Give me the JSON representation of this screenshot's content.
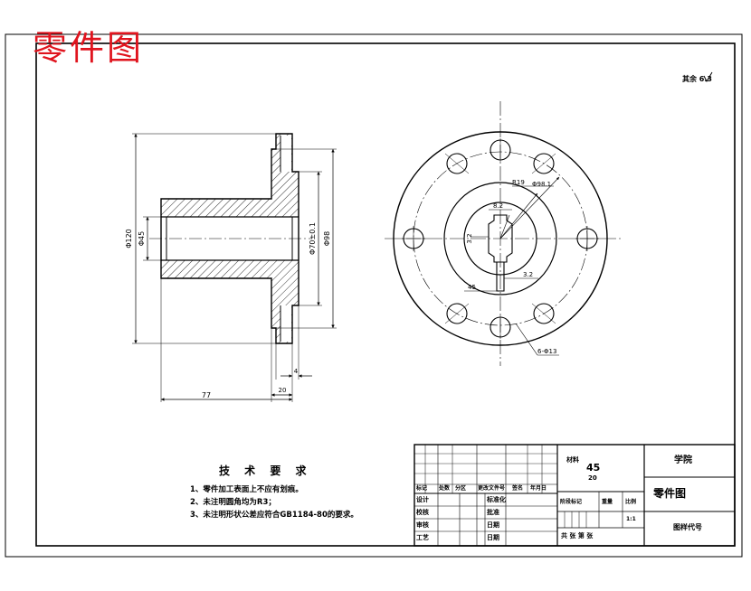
{
  "banner": "零件图",
  "roughness": "其余 6.3",
  "dims": {
    "d120": "Φ120",
    "d45": "Φ45",
    "d70": "Φ70±0.1",
    "d98": "Φ98",
    "l77": "77",
    "l20": "20",
    "l4": "4",
    "r19": "R19",
    "d98b": "Φ98.1",
    "k8_2": "8.2",
    "k3_2a": "3.2",
    "k3_2b": "3.2",
    "k45": "45",
    "holes": "6-Φ13"
  },
  "tech": {
    "title": "技 术 要 求",
    "items": [
      "1、零件加工表面上不应有划痕。",
      "2、未注明圆角均为R3；",
      "3、未注明形状公差应符合GB1184-80的要求。"
    ]
  },
  "tb": {
    "material_label": "材料",
    "material_value": "45",
    "material_sub": "20",
    "school": "学院",
    "part_name": "零件图",
    "code": "图样代号",
    "rev_headers": [
      "标记",
      "处数",
      "分区",
      "更改文件号",
      "签名",
      "年月日"
    ],
    "sign_rows": [
      "设计",
      "校核",
      "审核",
      "工艺"
    ],
    "sign_mid": [
      "标准化",
      "批准",
      "日期",
      "日期"
    ],
    "stage": "阶段标记",
    "weight": "重量",
    "scale": "比例",
    "scale_value": "1:1",
    "sheets": "共  张  第  张"
  }
}
